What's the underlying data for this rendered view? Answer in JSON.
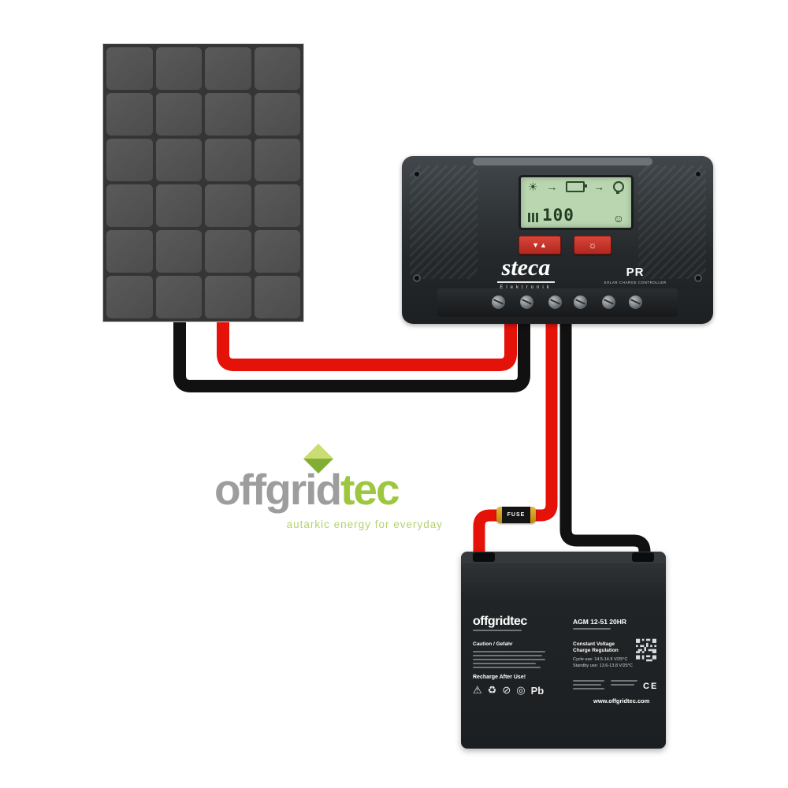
{
  "panel": {
    "rows": 6,
    "cols": 4
  },
  "watermark": {
    "brand_gray": "offgrid",
    "brand_green": "tec",
    "tagline": "autarkic energy for everyday"
  },
  "controller": {
    "brand": "steca",
    "brand_sub": "Elektronik",
    "series": "PR",
    "series_sub": "SOLAR CHARGE CONTROLLER",
    "lcd": {
      "value": "100",
      "smiley": "☺",
      "icons": {
        "sun": "☀",
        "arrow": "→"
      }
    },
    "buttons": {
      "select": "▼▲",
      "light": "☼"
    }
  },
  "fuse_label": "FUSE",
  "battery": {
    "brand": "offgridtec",
    "model": "AGM 12-51 20HR",
    "caution_title": "Caution / Gefahr",
    "regulation_title": "Constant Voltage Charge Regulation",
    "cycle_use": "Cycle use: 14.5-14.9 V/25°C",
    "standby_use": "Standby use: 13.6-13.8 V/25°C",
    "recharge": "Recharge After Use!",
    "symbols": [
      "⚠",
      "♻",
      "⊘",
      "◎"
    ],
    "pb": "Pb",
    "website": "www.offgridtec.com",
    "ce": "CE"
  },
  "colors": {
    "cable_red": "#e41209",
    "cable_black": "#111111",
    "lcd_bg": "#b9d6b0",
    "brand_green": "#9dc73e"
  }
}
